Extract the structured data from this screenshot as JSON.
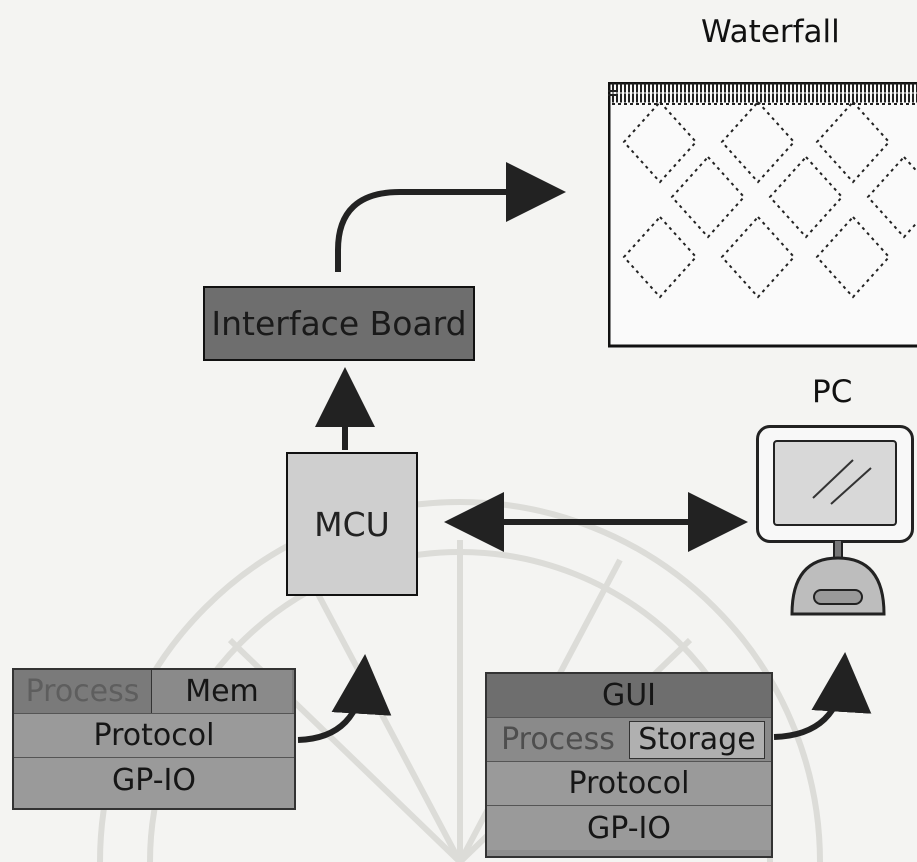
{
  "labels": {
    "waterfall": "Waterfall",
    "pc": "PC"
  },
  "boxes": {
    "interface_board": "Interface Board",
    "mcu": "MCU"
  },
  "mcu_stack": {
    "top_left": "Process",
    "top_right": "Mem",
    "mid": "Protocol",
    "bottom": "GP-IO"
  },
  "pc_stack": {
    "top": "GUI",
    "second_left": "Process",
    "second_right": "Storage",
    "third": "Protocol",
    "bottom": "GP-IO"
  },
  "colors": {
    "interface_board": "#6e6e6e",
    "mcu": "#cfcfcf",
    "stack_dark": "#7a7a7a",
    "stack_light": "#9a9a9a",
    "arrows": "#222222"
  }
}
